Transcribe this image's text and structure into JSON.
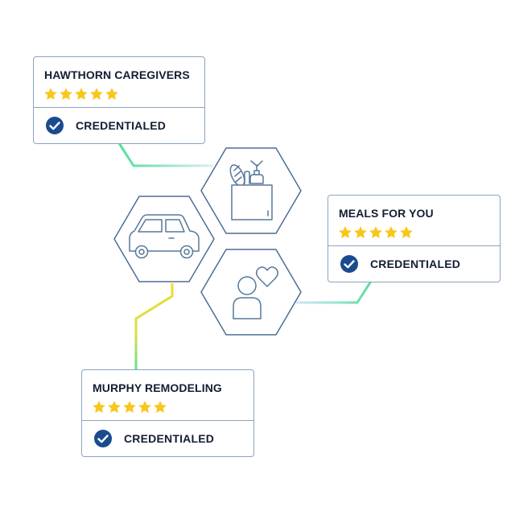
{
  "providers": [
    {
      "name": "HAWTHORN CAREGIVERS",
      "rating": 5,
      "status": "CREDENTIALED"
    },
    {
      "name": "MEALS FOR YOU",
      "rating": 5,
      "status": "CREDENTIALED"
    },
    {
      "name": "MURPHY REMODELING",
      "rating": 5,
      "status": "CREDENTIALED"
    }
  ],
  "icons": {
    "groceries": "grocery-bag-icon",
    "transport": "car-icon",
    "companionship": "person-heart-icon",
    "verified": "checkmark-circle-icon",
    "rating": "star-icon"
  },
  "colors": {
    "card_border": "#8ca4bd",
    "hex_stroke": "#4b6e96",
    "icon_stroke": "#567899",
    "check_fill": "#1b4b8f",
    "star_fill": "#f8c61c",
    "text": "#141d33",
    "connector_green": "#4fdf94",
    "connector_blue": "#cfe6fa",
    "connector_yellow": "#f0d830"
  }
}
